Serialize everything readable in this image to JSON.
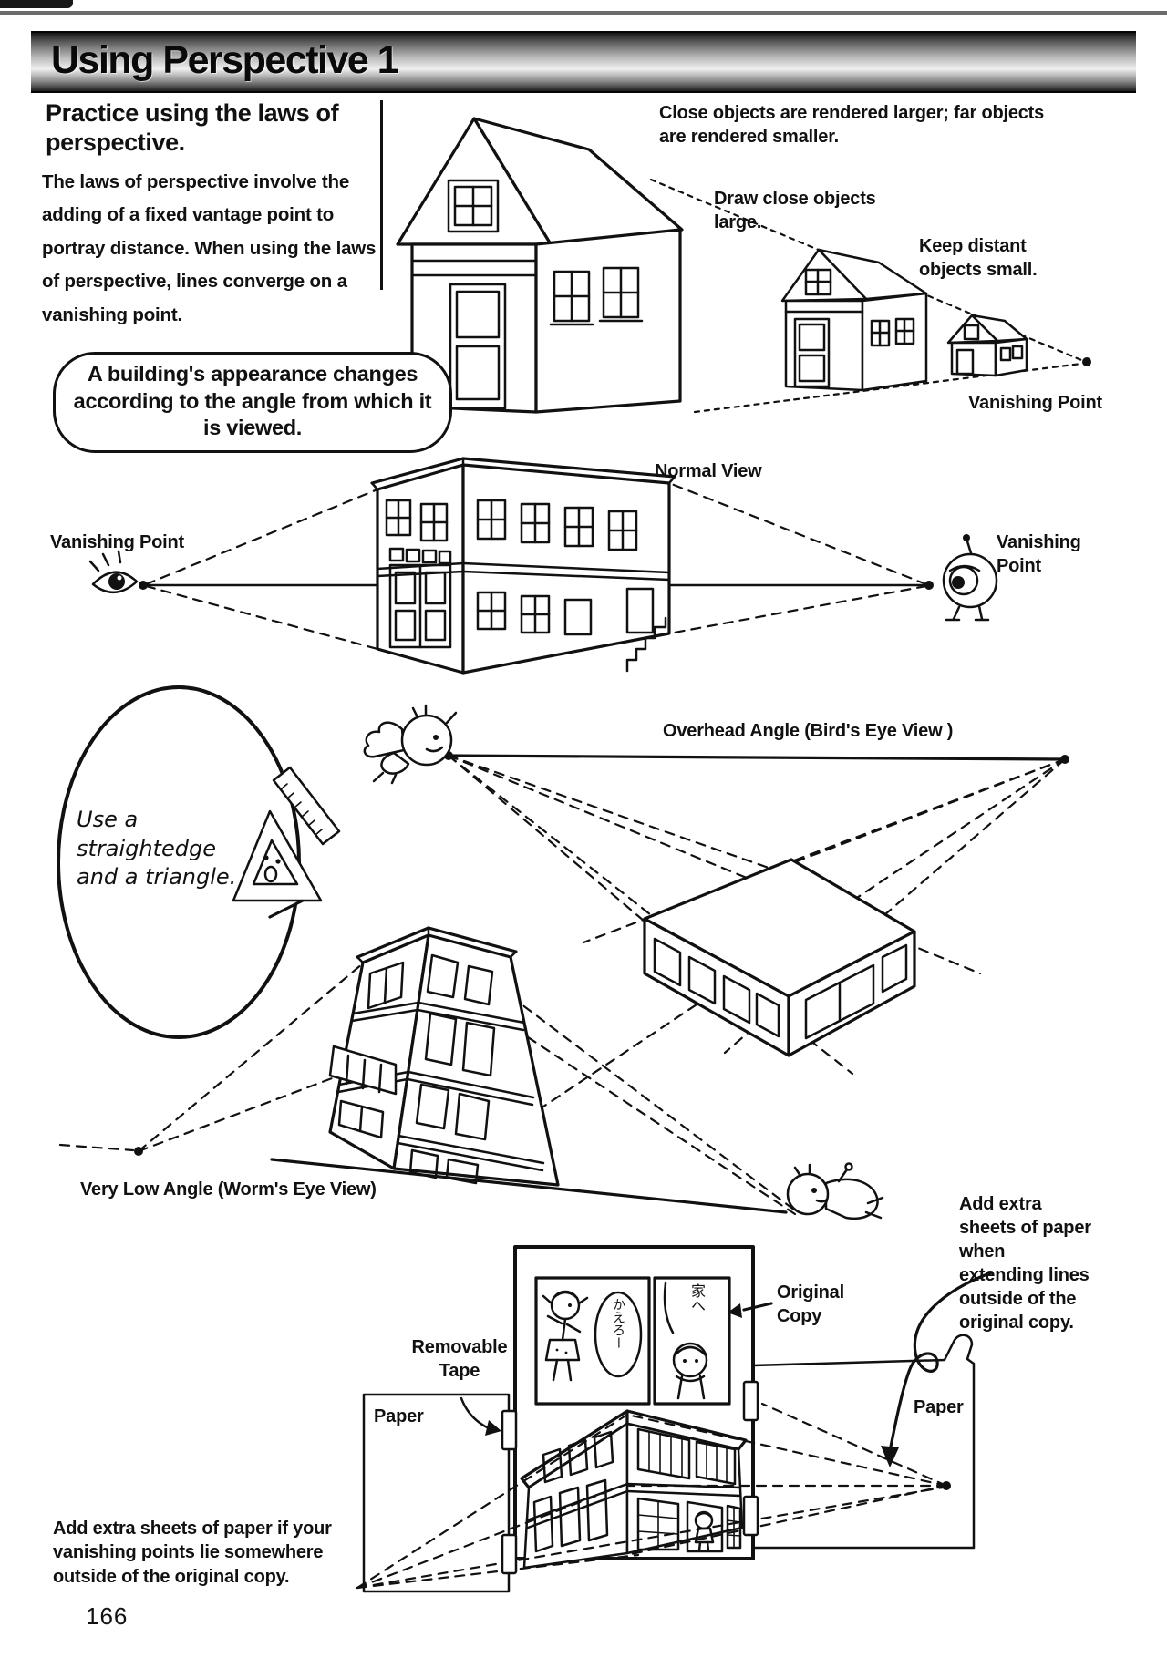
{
  "page": {
    "title": "Using Perspective 1",
    "page_number": "166"
  },
  "intro": {
    "heading": "Practice using the laws of perspective.",
    "body": "The laws of perspective involve the adding of a fixed vantage point to portray distance. When using the laws of perspective, lines converge on a vanishing point."
  },
  "callout": {
    "text": "A building's appearance changes according to the angle from which it is viewed."
  },
  "top_diagram": {
    "caption": "Close objects are rendered larger; far objects are rendered smaller.",
    "label_close": "Draw close objects large.",
    "label_distant": "Keep distant objects small.",
    "label_vanishing_point": "Vanishing Point"
  },
  "normal_view": {
    "label": "Normal View",
    "vp_left": "Vanishing Point",
    "vp_right": "Vanishing Point"
  },
  "birds_eye": {
    "label": "Overhead Angle (Bird's Eye View )",
    "balloon": "Use a straightedge and a triangle."
  },
  "worms_eye": {
    "label": "Very Low Angle (Worm's Eye View)"
  },
  "copy_setup": {
    "original_copy": "Original Copy",
    "removable_tape": "Removable Tape",
    "paper_left": "Paper",
    "paper_right": "Paper",
    "note_right": "Add extra sheets of paper when extending lines outside of the original copy.",
    "note_bottom": "Add extra sheets of paper if your vanishing points lie somewhere outside of the original copy.",
    "manga_balloon_1": "かえろー",
    "manga_balloon_2": "家へ"
  }
}
